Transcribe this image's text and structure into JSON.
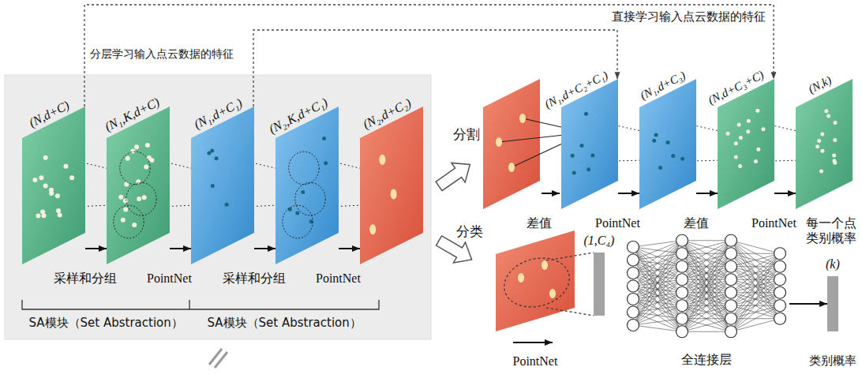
{
  "diagram": {
    "nodes": [
      {
        "text": [
          "(N,d+C)"
        ]
      },
      {
        "text": [
          "(N₁,K,d+C)"
        ]
      },
      {
        "text": [
          "(N₁,d+C₁)"
        ]
      },
      {
        "text": [
          "(N₂,K,d+C₁)"
        ]
      },
      {
        "text": [
          "(N₂,d+C₂)"
        ]
      },
      {
        "text": [
          "(N₁,d+C₂+C₁)"
        ]
      },
      {
        "text": [
          "(N₁,d+C₃)"
        ]
      },
      {
        "text": [
          "(N,d+C₃+C)"
        ]
      },
      {
        "text": [
          "(N,k)"
        ]
      },
      {
        "text": [
          "(1,C₄)"
        ]
      },
      {
        "text": [
          "全连接层"
        ]
      },
      {
        "text": [
          "(k)"
        ]
      }
    ],
    "edges": [
      {
        "from": 0,
        "to": 1,
        "arrow": "to",
        "label": "采样和分组"
      },
      {
        "from": 1,
        "to": 2,
        "arrow": "to",
        "label": "PointNet"
      },
      {
        "from": 2,
        "to": 3,
        "arrow": "to",
        "label": "采样和分组"
      },
      {
        "from": 3,
        "to": 4,
        "arrow": "to",
        "label": "PointNet"
      },
      {
        "from": 5,
        "to": 6,
        "arrow": "to",
        "label": "PointNet"
      },
      {
        "from": 6,
        "to": 7,
        "arrow": "to",
        "label": "差值"
      },
      {
        "from": 7,
        "to": 8,
        "arrow": "to",
        "label": "PointNet"
      },
      {
        "from": 10,
        "to": 11,
        "arrow": "to"
      },
      {
        "from": 0,
        "to": 7,
        "arrow": "to"
      },
      {
        "from": 2,
        "to": 5,
        "arrow": "to"
      }
    ],
    "labels": [
      "分层学习输入点云数据的特征",
      "直接学习输入点云数据的特征",
      "SA模块（Set Abstraction）",
      "SA模块（Set Abstraction）",
      "分割",
      "分类",
      "差值",
      "每一个点 类别概率",
      "PointNet",
      "类别概率"
    ]
  }
}
